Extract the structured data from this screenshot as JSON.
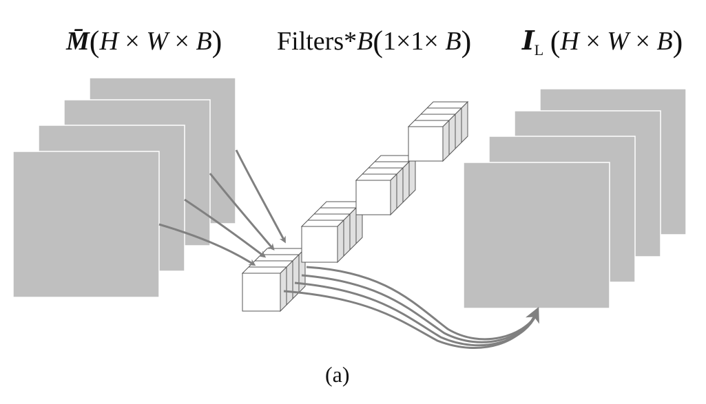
{
  "labels": {
    "input": {
      "symbol": "M̄",
      "open": "(",
      "h": "H",
      "x1": " × ",
      "w": "W",
      "x2": " × ",
      "b": "B",
      "close": ")"
    },
    "filters": {
      "word": "Filters*",
      "b": "B",
      "open": "(",
      "dims": "1×1× ",
      "b2": "B",
      "close": ")"
    },
    "output": {
      "symbol": "I",
      "subscript": "L",
      "open": "(",
      "h": "H",
      "x1": " × ",
      "w": "W",
      "x2": " × ",
      "b": "B",
      "close": ")"
    }
  },
  "caption": "(a)",
  "colors": {
    "slice_fill": "#bfbfbf",
    "slice_edge": "#ffffff",
    "cube_front": "#ffffff",
    "cube_side": "#e0e0e0",
    "cube_edge": "#555555",
    "arrow": "#808080"
  }
}
